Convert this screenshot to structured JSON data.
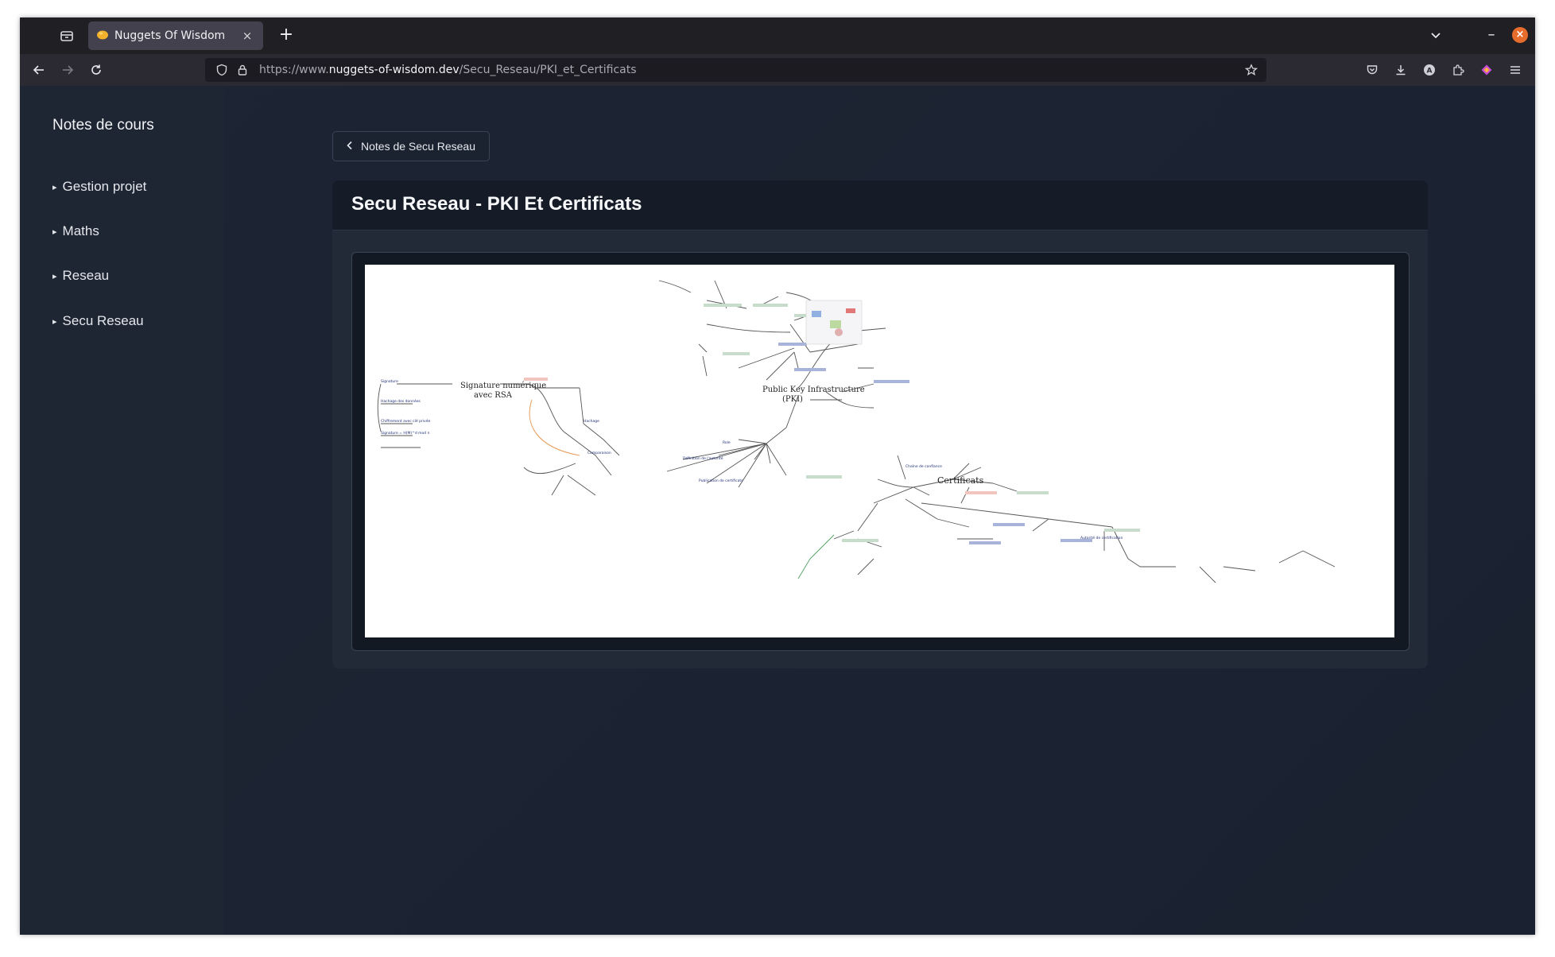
{
  "browser": {
    "tab": {
      "favicon": "nugget-favicon",
      "title": "Nuggets Of Wisdom",
      "close_label": "×"
    },
    "new_tab_label": "+",
    "url": {
      "prefix": "https://www.",
      "host": "nuggets-of-wisdom.dev",
      "path": "/Secu_Reseau/PKI_et_Certificats"
    },
    "icons": [
      "tab-overview-icon",
      "back-icon",
      "forward-icon",
      "reload-icon",
      "shield-icon",
      "lock-icon",
      "star-icon",
      "pocket-icon",
      "download-icon",
      "account-icon",
      "extensions-icon",
      "extension-icon",
      "menu-icon",
      "chevron-down-icon",
      "minimize-icon",
      "close-icon"
    ],
    "accent_color": "#e66c2c"
  },
  "sidebar": {
    "title": "Notes de cours",
    "arrow": "▸",
    "items": [
      {
        "label": "Gestion projet"
      },
      {
        "label": "Maths"
      },
      {
        "label": "Reseau"
      },
      {
        "label": "Secu Reseau"
      }
    ]
  },
  "main": {
    "back_button_label": "Notes de Secu Reseau",
    "title": "Secu Reseau - PKI Et Certificats",
    "mindmap": {
      "nodes": [
        {
          "label": "Signature numérique avec RSA"
        },
        {
          "label": "Public Key Infrastructure (PKI)"
        },
        {
          "label": "Certificats"
        }
      ]
    }
  },
  "colors": {
    "page_bg": "#1c2230",
    "sidebar_bg": "#1e2533",
    "card_header_bg": "#161c27",
    "text": "#f1f3f6"
  }
}
